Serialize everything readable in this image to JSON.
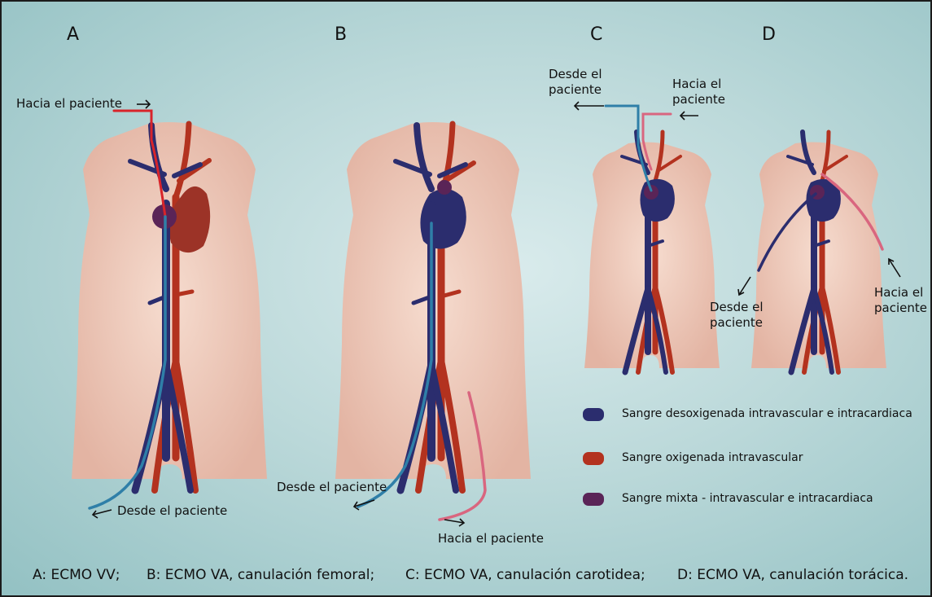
{
  "panels": [
    {
      "id": "A"
    },
    {
      "id": "B"
    },
    {
      "id": "C"
    },
    {
      "id": "D"
    }
  ],
  "labels": {
    "a_to_patient": "Hacia el paciente",
    "a_from_patient": "Desde el paciente",
    "b_from_patient": "Desde el paciente",
    "b_to_patient": "Hacia el paciente",
    "c_from_patient": "Desde el paciente",
    "c_to_patient": "Hacia el paciente",
    "d_from_patient": "Desde el paciente",
    "d_to_patient": "Hacia el paciente"
  },
  "legend": [
    {
      "text": "Sangre desoxigenada intravascular e intracardiaca",
      "color": "#2b2d6e"
    },
    {
      "text": "Sangre oxigenada intravascular",
      "color": "#b3321f"
    },
    {
      "text": "Sangre mixta - intravascular e intracardiaca",
      "color": "#5a2457"
    }
  ],
  "caption": [
    "A: ECMO VV;",
    "B: ECMO VA, canulación femoral;",
    "C: ECMO VA, canulación carotidea;",
    "D: ECMO VA, canulación torácica."
  ],
  "colors": {
    "deoxygenated": "#2b2d6e",
    "oxygenated": "#b3321f",
    "mixed": "#5a2457",
    "cannula_blue": "#2f7fa8",
    "cannula_pink": "#d9667f",
    "cannula_red": "#d8242a",
    "skin": "#efc8b8"
  }
}
